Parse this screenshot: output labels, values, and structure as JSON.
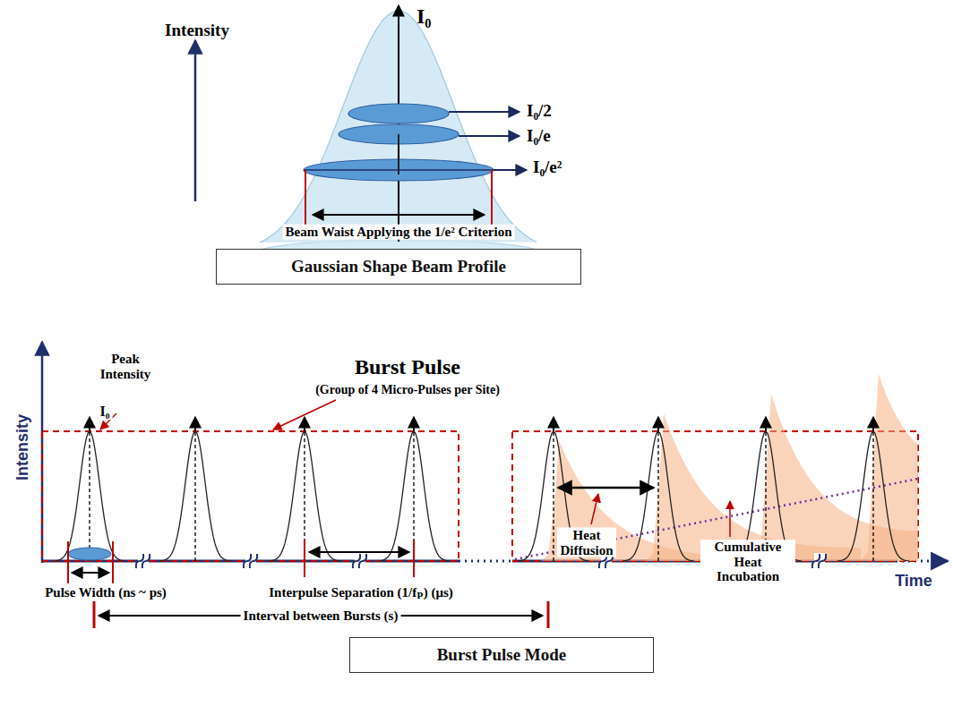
{
  "diagram": {
    "nodes": [
      {
        "text": [
          "Gaussian Shape Beam Profile"
        ]
      },
      {
        "text": [
          "Burst Pulse Mode"
        ]
      }
    ],
    "labels": [
      "Intensity",
      "I₀",
      "I₀/2",
      "I₀/e",
      "I₀/e²",
      "Beam Waist  Applying the 1/e² Criterion",
      "Burst Pulse",
      "(Group of 4 Micro-Pulses per Site)",
      "Intensity",
      "Peak Intensity",
      "I₀",
      "Pulse Width (ns ~ ps)",
      "Interpulse Separation (1/fₚ) (μs)",
      "Heat Diffusion",
      "Cumulative Heat Incubation",
      "Time",
      "Interval  between Bursts (s)"
    ]
  }
}
